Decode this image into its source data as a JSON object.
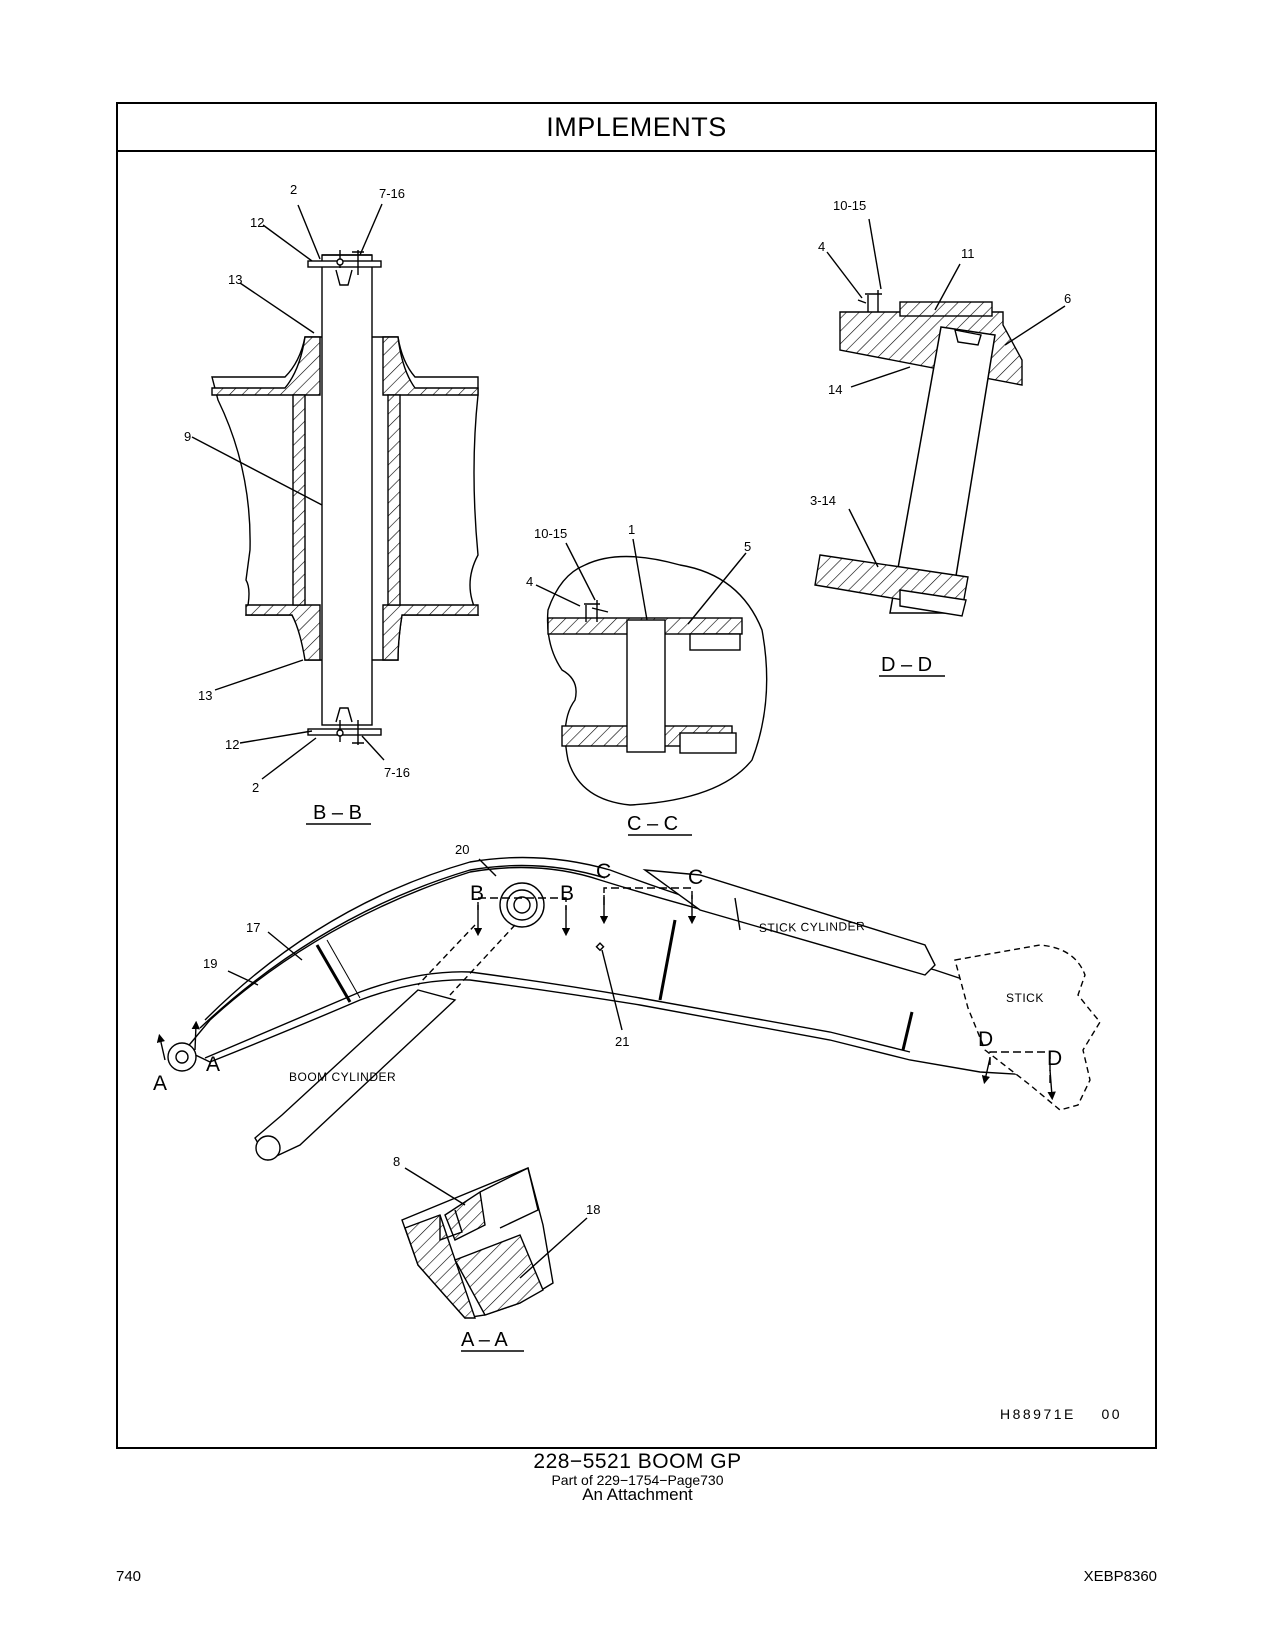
{
  "header": {
    "title": "IMPLEMENTS"
  },
  "views": {
    "bb": {
      "title": "B – B",
      "callouts": {
        "c2_top": "2",
        "c716_top": "7-16",
        "c12_top": "12",
        "c13_top": "13",
        "c9": "9",
        "c13_bot": "13",
        "c12_bot": "12",
        "c2_bot": "2",
        "c716_bot": "7-16"
      }
    },
    "cc": {
      "title": "C – C",
      "callouts": {
        "c1015": "10-15",
        "c1": "1",
        "c5": "5",
        "c4": "4"
      }
    },
    "dd": {
      "title": "D – D",
      "callouts": {
        "c1015": "10-15",
        "c4": "4",
        "c11": "11",
        "c6": "6",
        "c14": "14",
        "c314": "3-14"
      }
    },
    "aa": {
      "title": "A – A",
      "callouts": {
        "c8": "8",
        "c18": "18"
      }
    },
    "boom": {
      "callouts": {
        "c20": "20",
        "c17": "17",
        "c19": "19",
        "c21": "21"
      },
      "section_marks": {
        "b": "B",
        "c": "C",
        "a": "A",
        "d": "D"
      },
      "labels": {
        "stick_cylinder": "STICK  CYLINDER",
        "stick": "STICK",
        "boom_cylinder": "BOOM  CYLINDER"
      }
    }
  },
  "illustration_id": "H88971E    00",
  "caption": {
    "part": "228−5521   BOOM  GP",
    "parent": "Part of 229−1754−Page730",
    "note": "An Attachment"
  },
  "footer": {
    "page_number": "740",
    "doc_code": "XEBP8360"
  }
}
